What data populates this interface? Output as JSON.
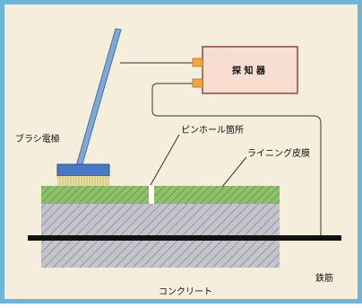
{
  "labels": {
    "brush_electrode": "ブラシ電極",
    "pinhole": "ピンホール箇所",
    "lining": "ライニング皮膜",
    "detector": "探 知 器",
    "concrete": "コンクリート",
    "rebar": "鉄筋"
  },
  "colors": {
    "frame_border": "#6eb4d8",
    "background": "#f6eedd",
    "detector_fill": "#f7ded0",
    "detector_stroke": "#8a4b38",
    "connector": "#f2a63a",
    "rod": "#7fa9d8",
    "rod_stroke": "#4a6f9e",
    "brush_head": "#4a79c4",
    "brush_bristles": "#e5dca0",
    "lining_green": "#8fbf6b",
    "concrete_gray": "#b4b4bf",
    "rebar": "#111111",
    "wire": "#555555"
  }
}
